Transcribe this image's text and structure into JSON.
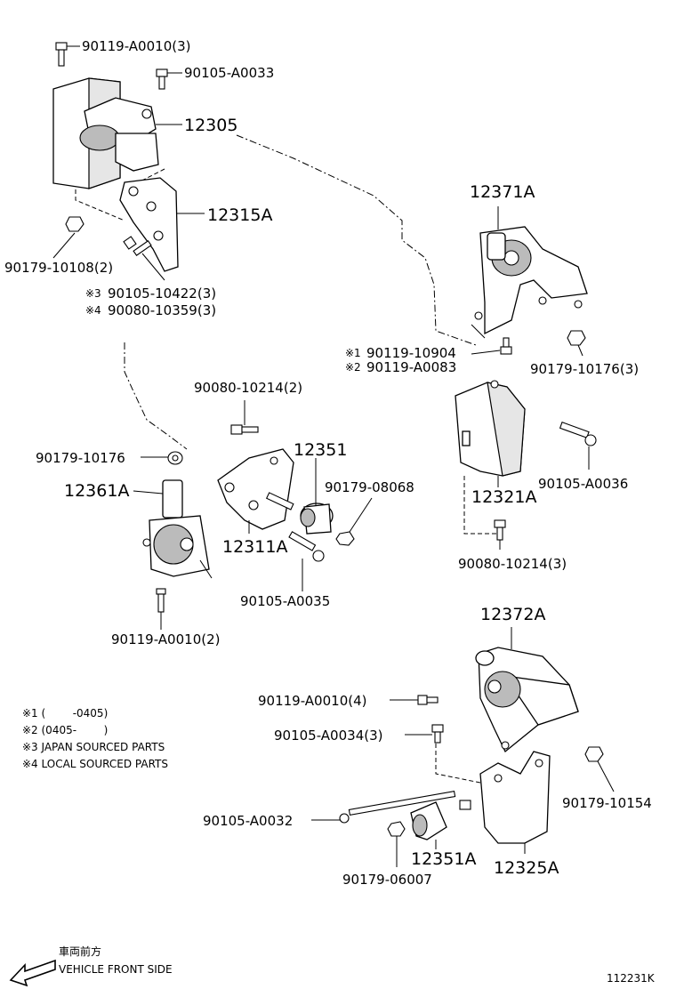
{
  "parts": {
    "p_90119_A0010_3": "90119-A0010(3)",
    "p_90105_A0033": "90105-A0033",
    "p_12305": "12305",
    "p_12315A": "12315A",
    "p_90179_10108_2": "90179-10108(2)",
    "p_90105_10422_3": "90105-10422(3)",
    "p_90080_10359_3": "90080-10359(3)",
    "p_12371A": "12371A",
    "p_90119_10904": "90119-10904",
    "p_90119_A0083": "90119-A0083",
    "p_90179_10176_3": "90179-10176(3)",
    "p_90080_10214_2": "90080-10214(2)",
    "p_90179_10176": "90179-10176",
    "p_12351": "12351",
    "p_90179_08068": "90179-08068",
    "p_12361A": "12361A",
    "p_12311A": "12311A",
    "p_90105_A0035": "90105-A0035",
    "p_90119_A0010_2": "90119-A0010(2)",
    "p_12321A": "12321A",
    "p_90105_A0036": "90105-A0036",
    "p_90080_10214_3": "90080-10214(3)",
    "p_12372A": "12372A",
    "p_90119_A0010_4": "90119-A0010(4)",
    "p_90105_A0034_3": "90105-A0034(3)",
    "p_90179_10154": "90179-10154",
    "p_90105_A0032": "90105-A0032",
    "p_12351A": "12351A",
    "p_12325A": "12325A",
    "p_90179_06007": "90179-06007"
  },
  "marks": {
    "m3": "※3",
    "m4": "※4",
    "m1": "※1",
    "m2": "※2"
  },
  "notes": {
    "n1": "※1 (        -0405)",
    "n2": "※2 (0405-        )",
    "n3": "※3 JAPAN SOURCED PARTS",
    "n4": "※4 LOCAL SOURCED PARTS"
  },
  "direction": {
    "japanese": "車両前方",
    "english": "VEHICLE FRONT SIDE"
  },
  "figure_id": "112231K"
}
